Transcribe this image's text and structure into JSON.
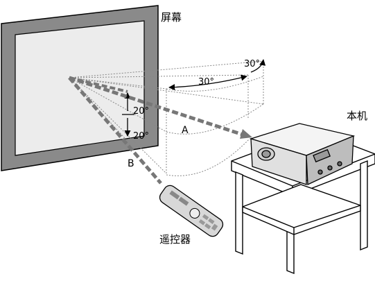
{
  "labels": {
    "screen": "屏幕",
    "projector": "本机",
    "remote": "遥控器",
    "point_a": "A",
    "point_b": "B",
    "angle_horizontal_top": "30°",
    "angle_horizontal": "30°",
    "angle_vertical_upper": "20°",
    "angle_vertical_lower": "20°"
  }
}
